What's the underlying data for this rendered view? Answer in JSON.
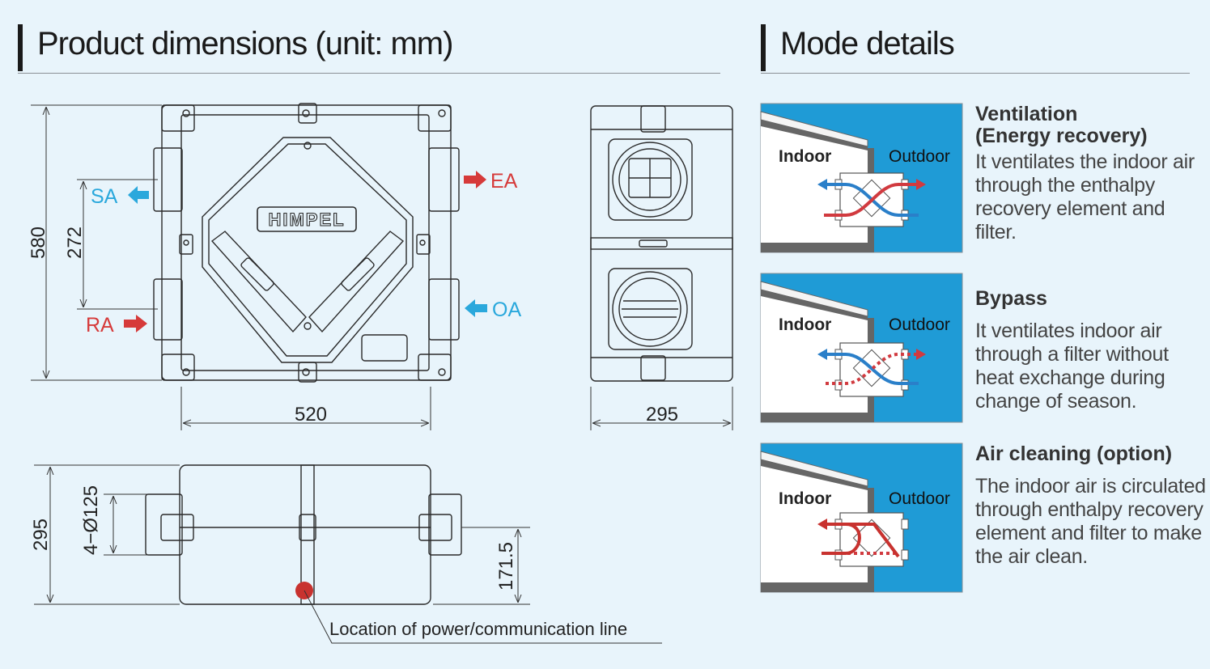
{
  "headings": {
    "dimensions": "Product dimensions (unit: mm)",
    "modes": "Mode details"
  },
  "front_view": {
    "dims": {
      "height": "580",
      "port_spacing": "272",
      "width": "520"
    },
    "ports": {
      "sa": "SA",
      "ea": "EA",
      "ra": "RA",
      "oa": "OA"
    },
    "logo": "HIMPEL"
  },
  "side_view": {
    "dims": {
      "depth": "295"
    }
  },
  "bottom_view": {
    "dims": {
      "height": "295",
      "duct": "4−Ø125",
      "offset": "171.5"
    },
    "power_label": "Location of power/communication line"
  },
  "modes": [
    {
      "title_line1": "Ventilation",
      "title_line2": "(Energy recovery)",
      "description": "It ventilates the indoor air through the enthalpy recovery element and filter.",
      "indoor": "Indoor",
      "outdoor": "Outdoor"
    },
    {
      "title_line1": "Bypass",
      "title_line2": "",
      "description": "It ventilates indoor air through a filter without heat exchange during change of season.",
      "indoor": "Indoor",
      "outdoor": "Outdoor"
    },
    {
      "title_line1": "Air cleaning (option)",
      "title_line2": "",
      "description": "The indoor air is circulated through enthalpy recovery element and filter to make the air clean.",
      "indoor": "Indoor",
      "outdoor": "Outdoor"
    }
  ],
  "colors": {
    "supply": "#2a7fc9",
    "exhaust": "#d13a3f",
    "outdoor_bg": "#1f9bd6",
    "port_sa_oa": "#2aa8dc",
    "port_ea_ra": "#d63a3a"
  }
}
